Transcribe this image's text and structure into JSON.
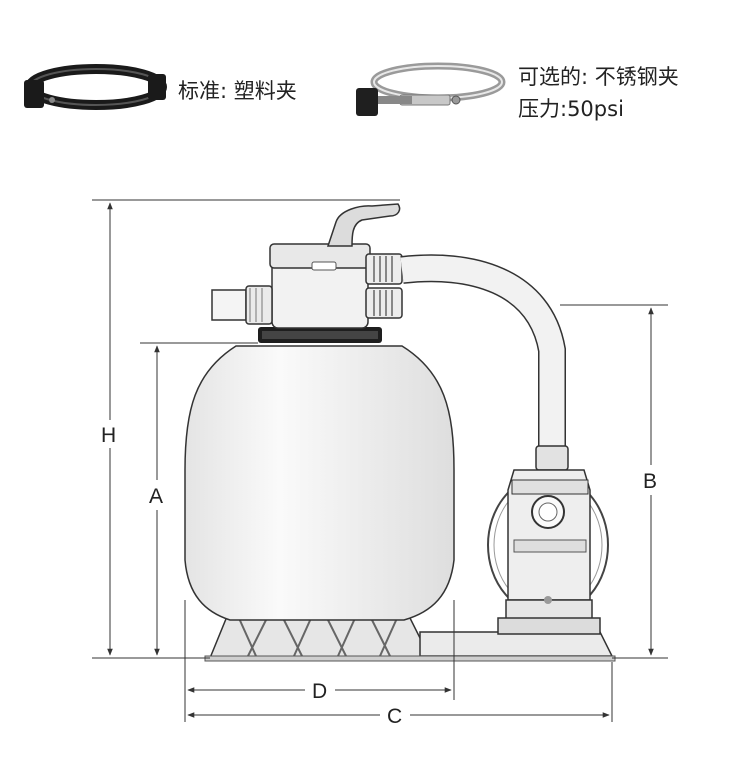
{
  "clamps": {
    "standard_label": "标准: 塑料夹",
    "optional_label": "可选的: 不锈钢夹",
    "pressure_label": "压力:50psi"
  },
  "dimensions": {
    "H": "H",
    "A": "A",
    "B": "B",
    "C": "C",
    "D": "D"
  },
  "colors": {
    "line": "#333333",
    "fill": "#f6f6f6",
    "shade": "#d9d9d9",
    "dark": "#1a1a1a",
    "metal": "#b8b8b8"
  },
  "icons": [
    "plastic-clamp-icon",
    "steel-clamp-icon"
  ]
}
